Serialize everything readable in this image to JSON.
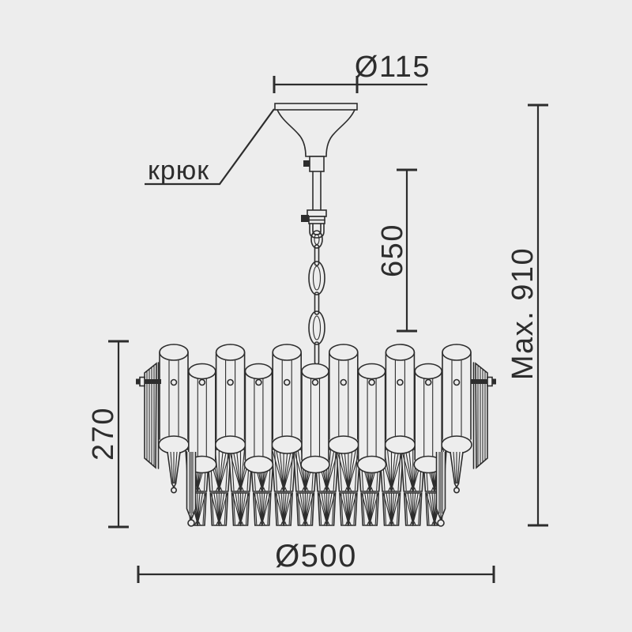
{
  "drawing": {
    "type": "chandelier-technical-drawing",
    "labels": {
      "canopy_diameter": "Ø115",
      "hook": "крюк",
      "suspension_length": "650",
      "max_height": "Max. 910",
      "body_height": "270",
      "body_diameter": "Ø500"
    },
    "colors": {
      "background": "#ededed",
      "ink": "#2d2d2d"
    }
  }
}
